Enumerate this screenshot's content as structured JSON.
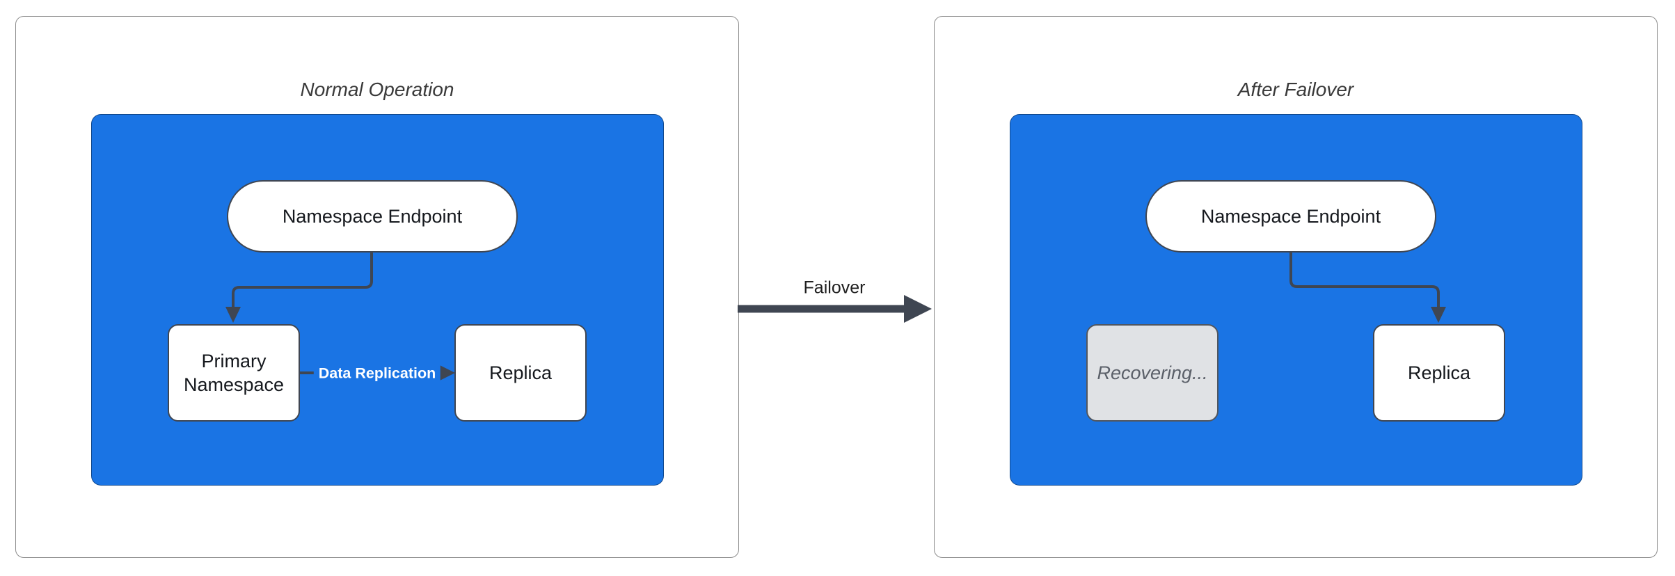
{
  "colors": {
    "canvas-bg": "#ffffff",
    "panel-border": "#8c8c8c",
    "container-blue": "#1a74e4",
    "node-fill": "#ffffff",
    "node-border": "#3f4652",
    "edge": "#3f4652",
    "node-text": "#15181d",
    "title-text": "#3a3a3a",
    "edge-label-text": "#ffffff",
    "recovering-fill": "#e0e2e5",
    "recovering-border": "#51565e",
    "recovering-text": "#5b6069"
  },
  "panels": [
    {
      "title": "Normal Operation",
      "endpoint_label": "Namespace Endpoint",
      "primary_label": "Primary Namespace",
      "replica_label": "Replica",
      "replication_label": "Data Replication"
    },
    {
      "title": "After Failover",
      "endpoint_label": "Namespace Endpoint",
      "recovering_label": "Recovering...",
      "replica_label": "Replica"
    }
  ],
  "failover_label": "Failover"
}
